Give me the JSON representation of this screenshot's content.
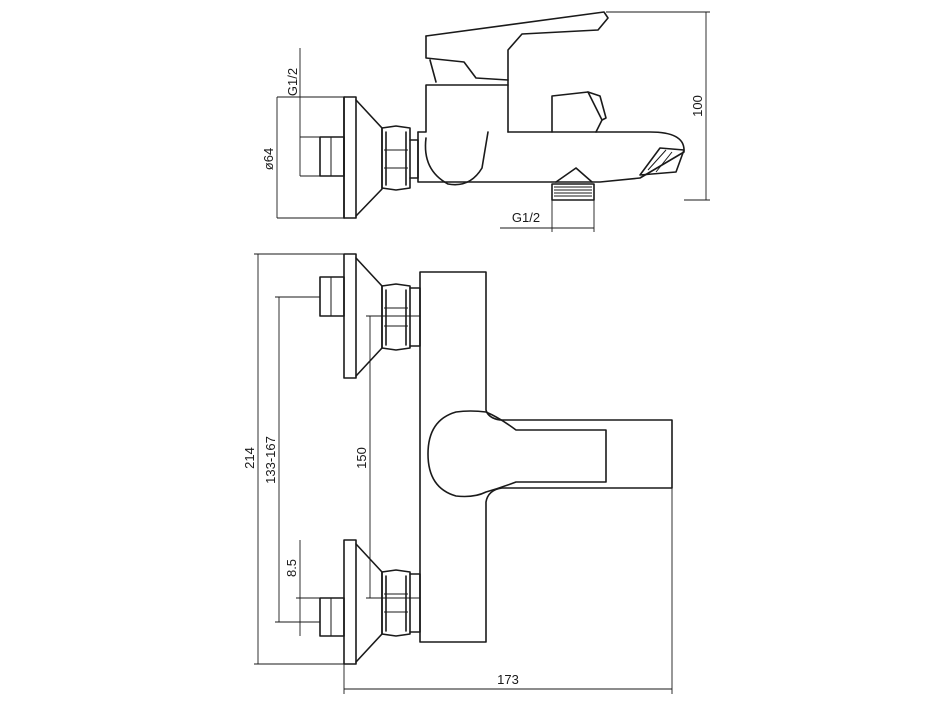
{
  "dimensions": {
    "thread_top_label": "G1/2",
    "diameter_label": "ø64",
    "height_label": "100",
    "thread_bottom_label": "G1/2",
    "total_height_label": "214",
    "adjust_range_label": "133-167",
    "center_distance_label": "150",
    "offset_label": "8.5",
    "width_label": "173"
  }
}
